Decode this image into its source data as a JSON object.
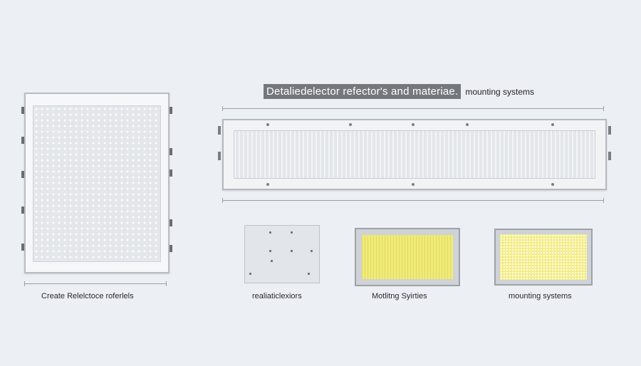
{
  "header": {
    "title_highlight": "Detaliedelector refector's and materiae.",
    "title_rest": "mounting systems"
  },
  "captions": {
    "tall_panel": "Create Relelctoce roferlels",
    "swatch_1": "realiaticlexiors",
    "swatch_2": "Motlitng Syirties",
    "swatch_3": "mounting systems"
  },
  "colors": {
    "background": "#eceff4",
    "frame": "#b9bdc2",
    "yellow_panel": "#f0eb78",
    "title_highlight_bg": "#74777b"
  }
}
